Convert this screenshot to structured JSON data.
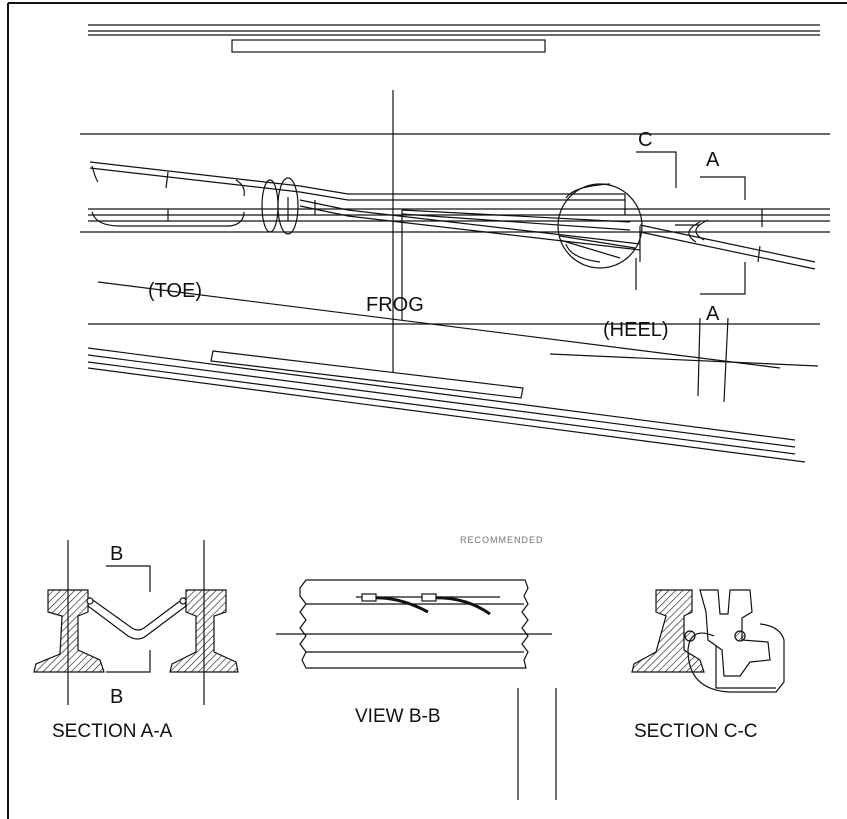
{
  "labels": {
    "toe": "(TOE)",
    "frog": "FROG",
    "heel": "(HEEL)",
    "section_c_marker": "C",
    "section_a_marker_top": "A",
    "section_a_marker_bottom": "A",
    "section_b_marker_top": "B",
    "section_b_marker_bottom": "B",
    "faint_note": "RECOMMENDED"
  },
  "captions": {
    "section_a": "SECTION  A-A",
    "view_b": "VIEW B-B",
    "section_c": "SECTION  C-C"
  },
  "colors": {
    "line": "#111111",
    "hatch": "#111111",
    "background": "#ffffff"
  }
}
